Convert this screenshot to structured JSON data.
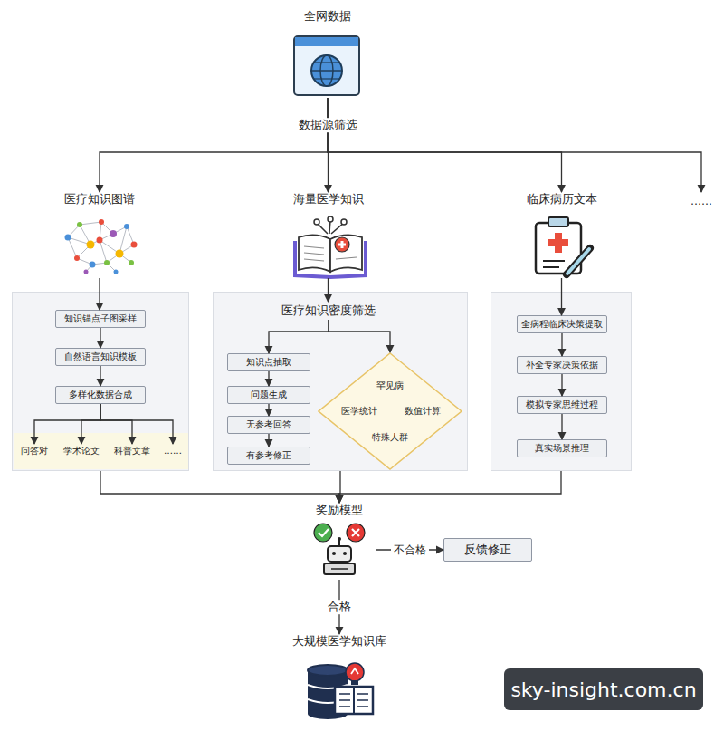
{
  "diagram": {
    "nodes": [
      {
        "text": [
          "全网数据"
        ]
      },
      {
        "text": [
          "医疗知识图谱"
        ]
      },
      {
        "text": [
          "海量医学知识"
        ]
      },
      {
        "text": [
          "临床病历文本"
        ]
      },
      {
        "text": [
          "……"
        ]
      },
      {
        "text": []
      },
      {
        "text": [
          "知识锚点子图采样"
        ],
        "in": 5
      },
      {
        "text": [
          "自然语言知识模板"
        ],
        "in": 5
      },
      {
        "text": [
          "多样化数据合成"
        ],
        "in": 5
      },
      {
        "text": [],
        "in": 5
      },
      {
        "text": [
          "问答对"
        ],
        "in": 9
      },
      {
        "text": [
          "学术论文"
        ],
        "in": 9
      },
      {
        "text": [
          "科普文章"
        ],
        "in": 9
      },
      {
        "text": [
          "……"
        ],
        "in": 9
      },
      {
        "text": []
      },
      {
        "text": [
          "医疗知识密度筛选"
        ],
        "in": 14
      },
      {
        "text": [
          "知识点抽取"
        ],
        "in": 14
      },
      {
        "text": [
          "问题生成"
        ],
        "in": 14
      },
      {
        "text": [
          "无参考回答"
        ],
        "in": 14
      },
      {
        "text": [
          "有参考修正"
        ],
        "in": 14
      },
      {
        "text": [
          "罕见病",
          "医学统计",
          "数值计算",
          "特殊人群"
        ],
        "in": 14
      },
      {
        "text": []
      },
      {
        "text": [
          "全病程临床决策提取"
        ],
        "in": 21
      },
      {
        "text": [
          "补全专家决策依据"
        ],
        "in": 21
      },
      {
        "text": [
          "模拟专家思维过程"
        ],
        "in": 21
      },
      {
        "text": [
          "真实场景推理"
        ],
        "in": 21
      },
      {
        "text": [
          "奖励模型"
        ]
      },
      {
        "text": [
          "反馈修正"
        ]
      },
      {
        "text": [
          "大规模医学知识库"
        ]
      }
    ],
    "edges": [
      {
        "from": 0,
        "to": 1,
        "arrow": "to"
      },
      {
        "from": 0,
        "to": 2,
        "label": "数据源筛选",
        "arrow": "to"
      },
      {
        "from": 0,
        "to": 3,
        "arrow": "to"
      },
      {
        "from": 0,
        "to": 4,
        "arrow": "to"
      },
      {
        "from": 1,
        "to": 6,
        "arrow": "to"
      },
      {
        "from": 6,
        "to": 7,
        "arrow": "to"
      },
      {
        "from": 7,
        "to": 8,
        "arrow": "to"
      },
      {
        "from": 8,
        "to": 10,
        "arrow": "to"
      },
      {
        "from": 8,
        "to": 11,
        "arrow": "to"
      },
      {
        "from": 8,
        "to": 12,
        "arrow": "to"
      },
      {
        "from": 8,
        "to": 13,
        "arrow": "to"
      },
      {
        "from": 2,
        "to": 15,
        "arrow": "to"
      },
      {
        "from": 15,
        "to": 16,
        "arrow": "to"
      },
      {
        "from": 15,
        "to": 20,
        "arrow": "to"
      },
      {
        "from": 16,
        "to": 17,
        "arrow": "to"
      },
      {
        "from": 17,
        "to": 18,
        "arrow": "to"
      },
      {
        "from": 18,
        "to": 19,
        "arrow": "to"
      },
      {
        "from": 3,
        "to": 22,
        "arrow": "to"
      },
      {
        "from": 22,
        "to": 23,
        "arrow": "to"
      },
      {
        "from": 23,
        "to": 24,
        "arrow": "to"
      },
      {
        "from": 24,
        "to": 25,
        "arrow": "to"
      },
      {
        "from": 5,
        "to": 26,
        "arrow": "to"
      },
      {
        "from": 14,
        "to": 26,
        "arrow": "to"
      },
      {
        "from": 21,
        "to": 26,
        "arrow": "to"
      },
      {
        "from": 26,
        "to": 27,
        "label": "不合格",
        "arrow": "to"
      },
      {
        "from": 26,
        "to": 28,
        "label": "合格",
        "arrow": "to"
      }
    ],
    "labels": [
      "sky-insight.com.cn"
    ]
  }
}
